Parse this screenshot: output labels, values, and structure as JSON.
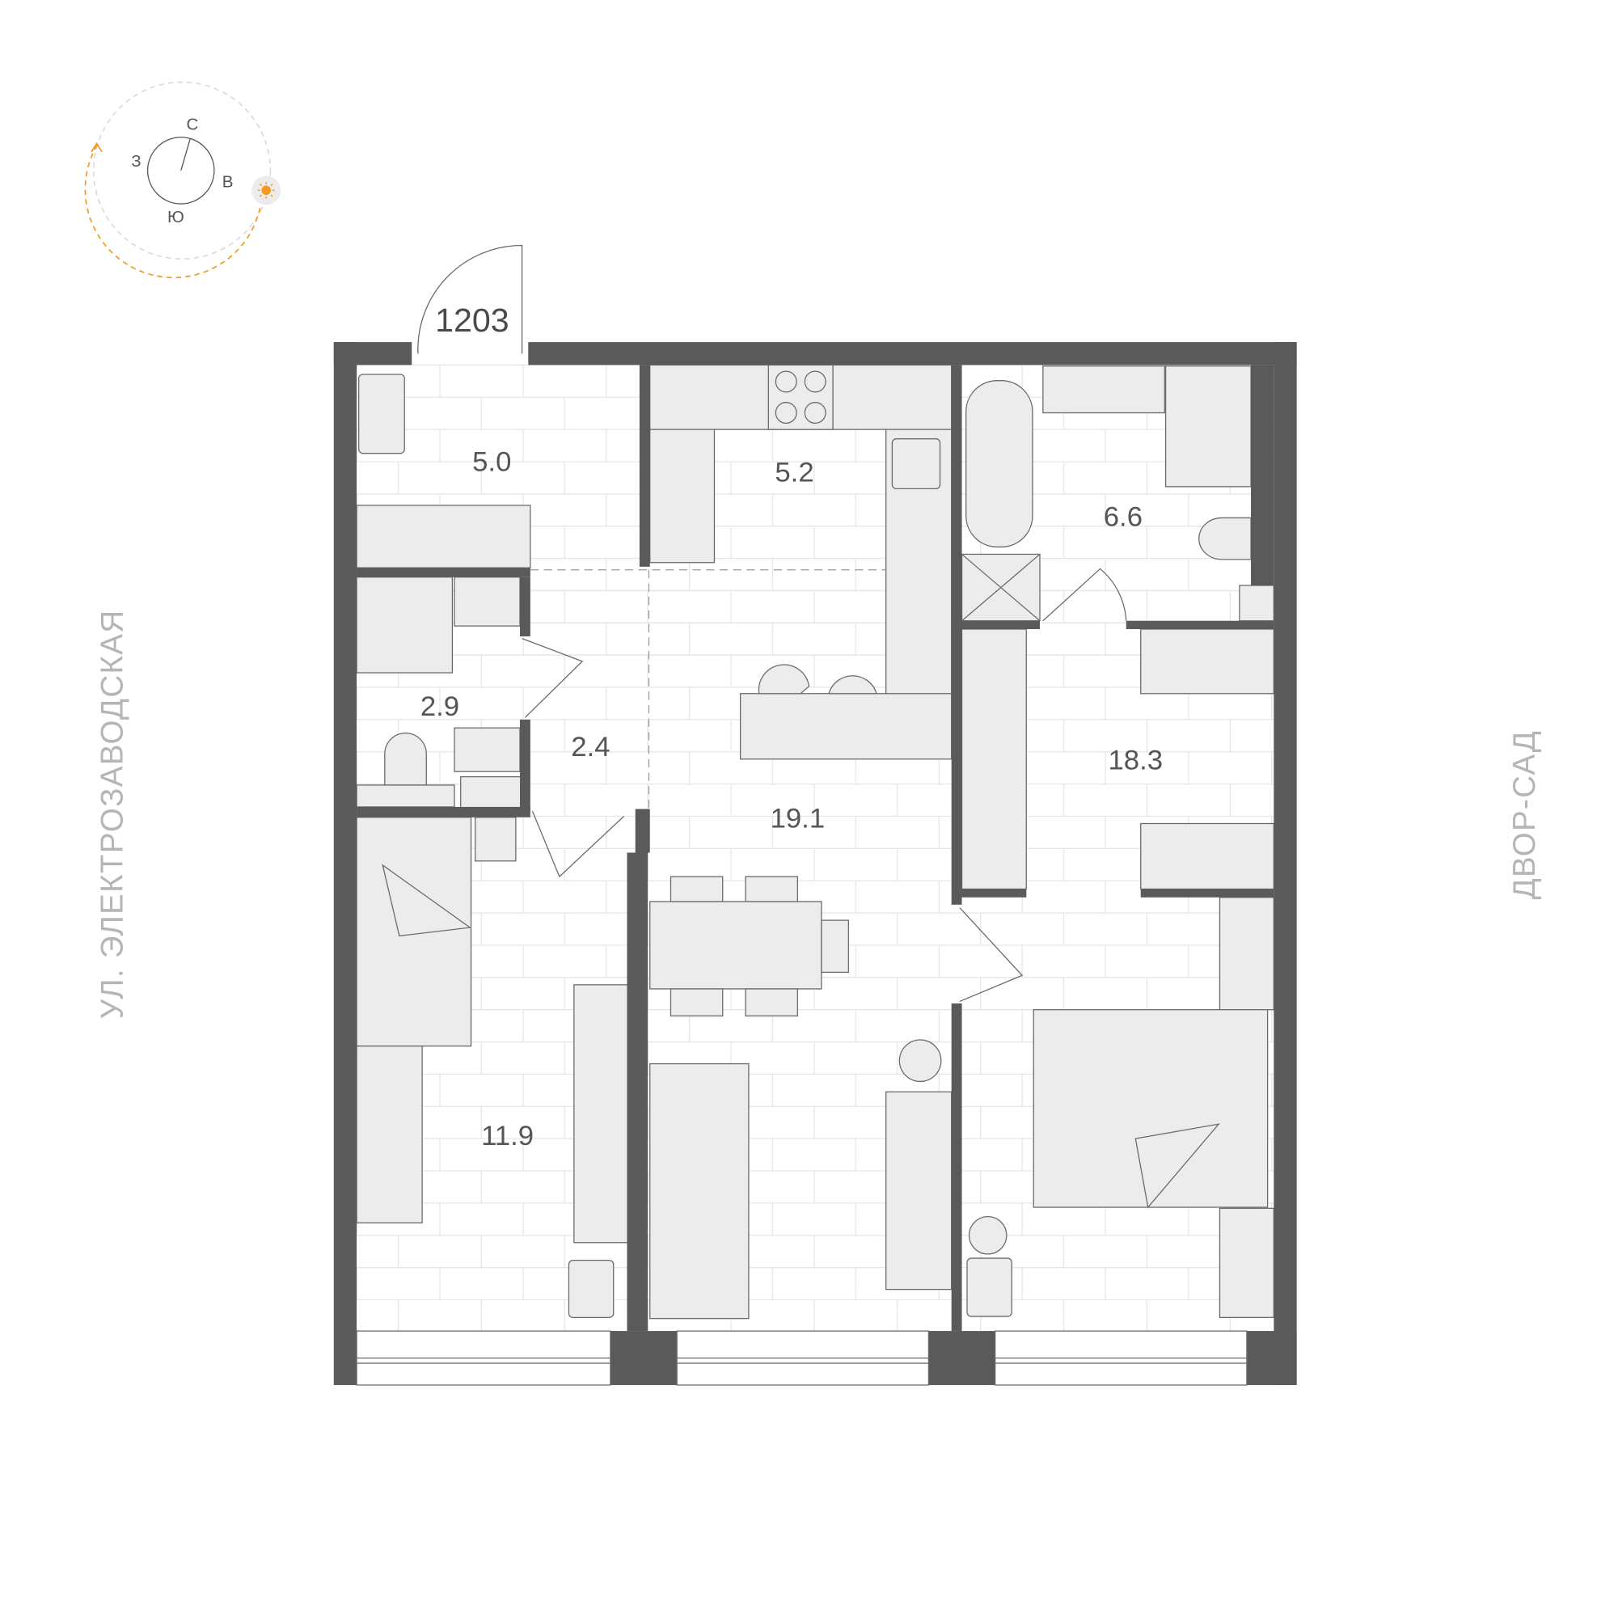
{
  "apartment_number": "1203",
  "compass": {
    "north": "С",
    "east": "В",
    "south": "Ю",
    "west": "З",
    "sun_color": "#f39a1e"
  },
  "streets": {
    "left": "УЛ. ЭЛЕКТРОЗАВОДСКАЯ",
    "right": "ДВОР-САД"
  },
  "rooms": {
    "hall": "5.0",
    "kitchen": "5.2",
    "bathroom_main": "6.6",
    "bathroom_small": "2.9",
    "corridor": "2.4",
    "living": "19.1",
    "bedroom_1": "18.3",
    "bedroom_2": "11.9"
  },
  "colors": {
    "wall": "#5a5a5a",
    "furniture": "#ececec"
  }
}
